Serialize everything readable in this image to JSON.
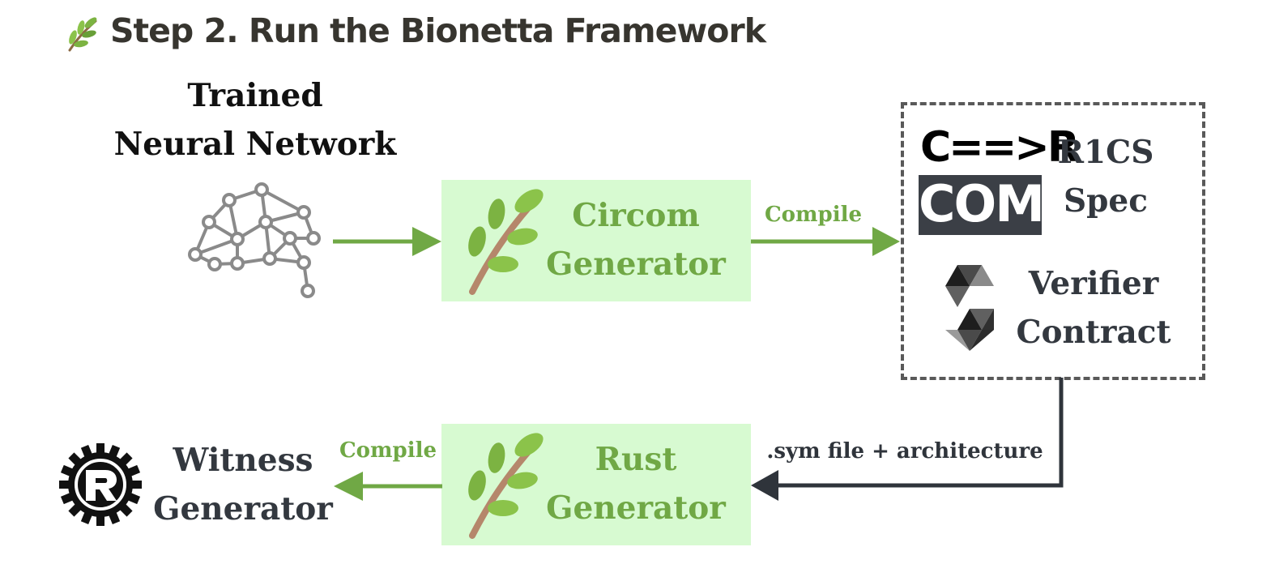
{
  "title": {
    "icon": "herb-icon",
    "text": "Step 2. Run the Bionetta Framework"
  },
  "nodes": {
    "neural_network": {
      "line1": "Trained",
      "line2": "Neural Network",
      "icon": "brain-network-icon"
    },
    "circom_generator": {
      "line1": "Circom",
      "line2": "Generator",
      "icon": "sprout-icon"
    },
    "r1cs_spec": {
      "line1": "R1CS",
      "line2": "Spec",
      "logo_top": "C==>R",
      "logo_bottom": "COM"
    },
    "verifier_contract": {
      "line1": "Verifier",
      "line2": "Contract",
      "icon": "solidity-icon"
    },
    "rust_generator": {
      "line1": "Rust",
      "line2": "Generator",
      "icon": "sprout-icon"
    },
    "witness_generator": {
      "line1": "Witness",
      "line2": "Generator",
      "icon": "rust-gear-icon"
    }
  },
  "edges": {
    "compile_top": "Compile",
    "compile_bottom": "Compile",
    "sym_file": ".sym file + architecture"
  },
  "colors": {
    "green": "#70a845",
    "light_green": "#d7fad1",
    "dark_slate": "#2f343b",
    "dashed_border": "#595959"
  }
}
